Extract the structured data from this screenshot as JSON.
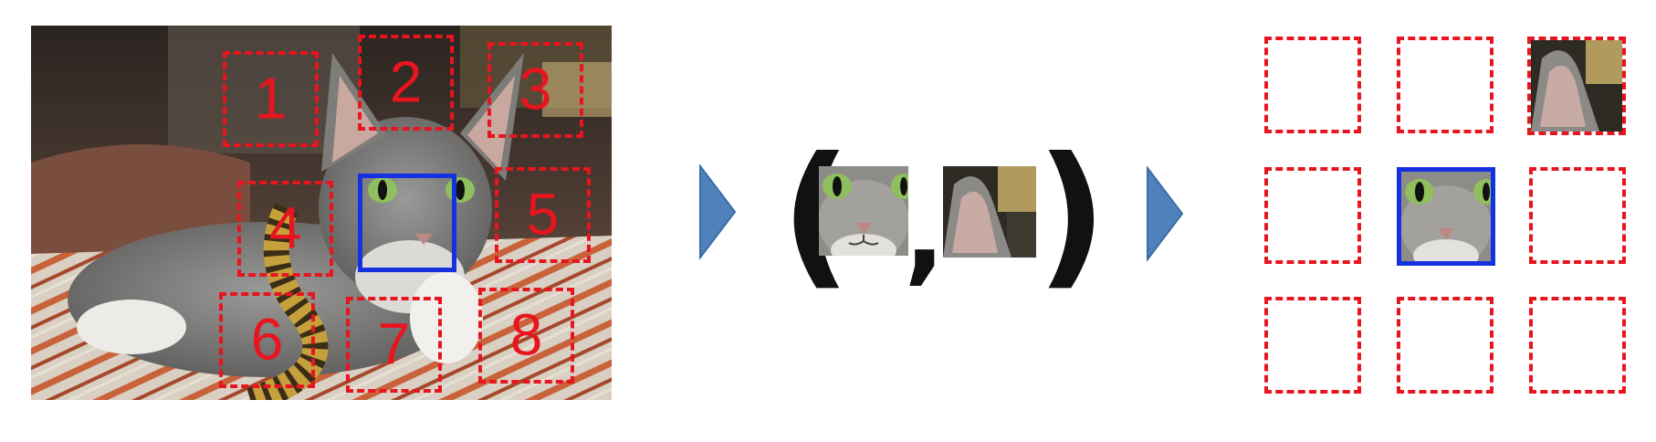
{
  "diagram": {
    "patch_labels": [
      "1",
      "2",
      "3",
      "4",
      "5",
      "6",
      "7",
      "8"
    ],
    "tuple": {
      "open": "(",
      "separator": ",",
      "close": ")"
    },
    "colors": {
      "patch_border": "#e8141e",
      "center_border": "#1531e0",
      "arrow_fill": "#4f81bd",
      "paren": "#111111"
    },
    "icons": [
      "cat-photo",
      "right-triangle-arrow",
      "cat-face-patch",
      "cat-ear-patch"
    ]
  }
}
